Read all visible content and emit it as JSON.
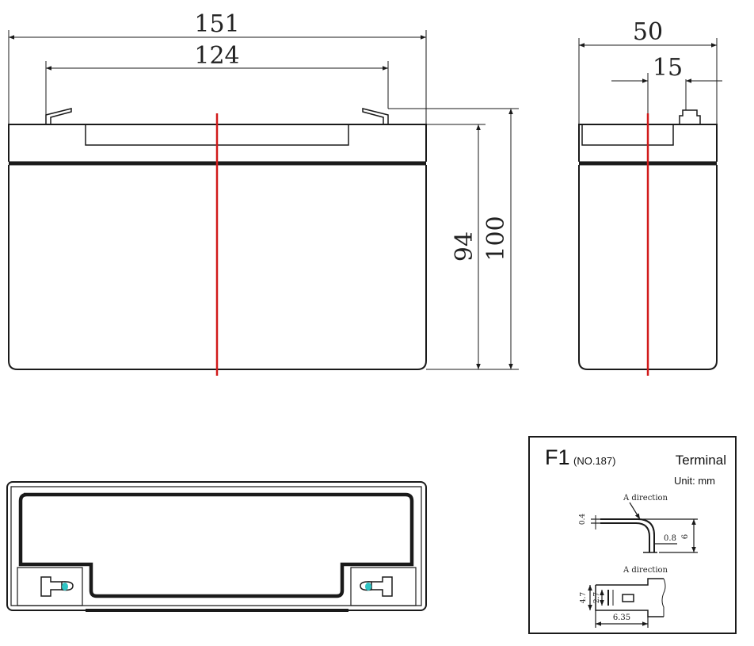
{
  "dimensions": {
    "length": "151",
    "terminal_spacing": "124",
    "container_height": "94",
    "total_height": "100",
    "width": "50",
    "terminal_offset": "15"
  },
  "terminal_box": {
    "code": "F1",
    "code_note": "(NO.187)",
    "title": "Terminal",
    "unit": "Unit: mm",
    "direction_label_top": "A direction",
    "direction_label_bottom": "A direction",
    "thickness": "0.4",
    "bend_offset": "0.8",
    "height": "6",
    "hole_width": "2.7",
    "tab_height": "4.7",
    "tab_width": "6.35"
  },
  "colors": {
    "line": "#1a1a1a",
    "centerline": "#d11a1a",
    "terminal_accent": "#2ec4c4"
  }
}
